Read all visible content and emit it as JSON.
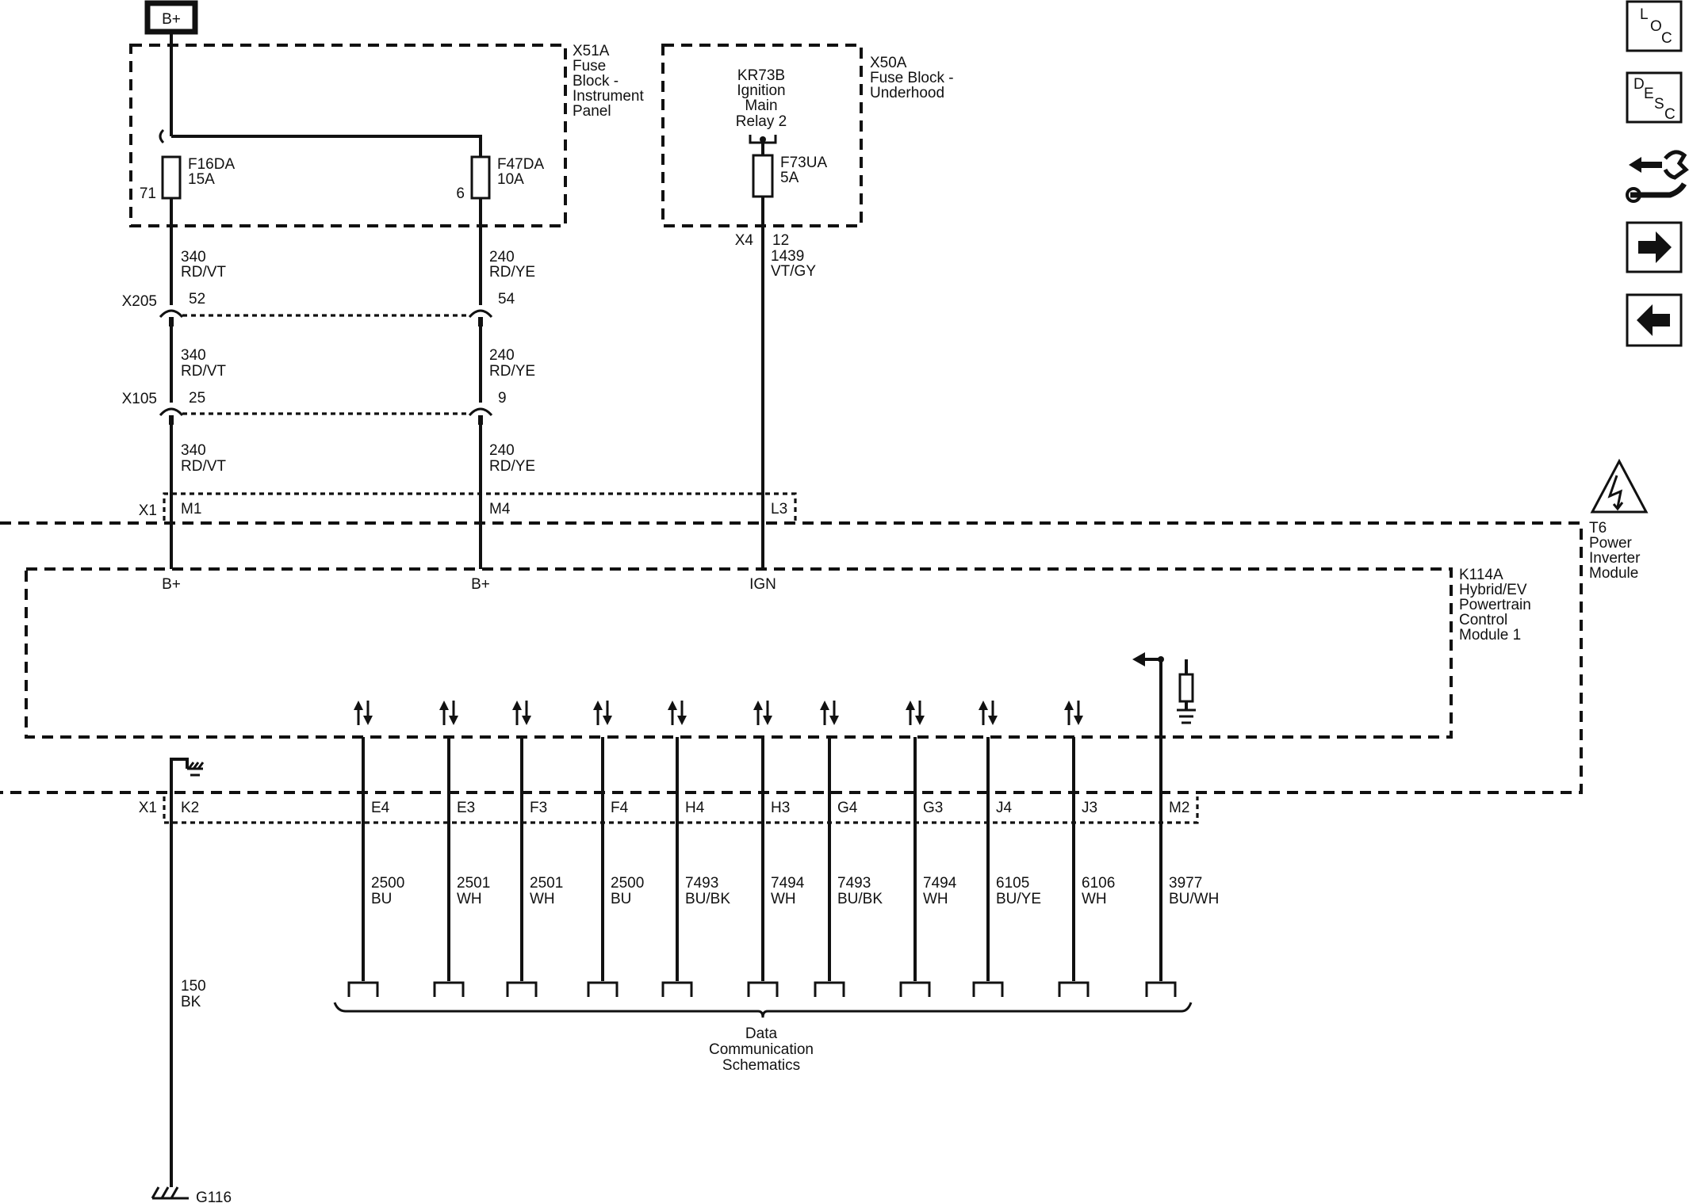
{
  "power_source": {
    "label": "B+"
  },
  "fuse_blocks": {
    "instrument_panel": {
      "lines": [
        "X51A",
        "Fuse",
        "Block -",
        "Instrument",
        "Panel"
      ]
    },
    "underhood": {
      "lines": [
        "X50A",
        "Fuse Block -",
        "Underhood"
      ]
    }
  },
  "relay": {
    "lines": [
      "KR73B",
      "Ignition",
      "Main",
      "Relay 2"
    ]
  },
  "fuses": [
    {
      "name": "F16DA",
      "rating": "15A",
      "pin": "71"
    },
    {
      "name": "F47DA",
      "rating": "10A",
      "pin": "6"
    },
    {
      "name": "F73UA",
      "rating": "5A"
    }
  ],
  "wires": {
    "left_a": {
      "circuit": "340",
      "color": "RD/VT"
    },
    "left_b": {
      "circuit": "340",
      "color": "RD/VT"
    },
    "left_c": {
      "circuit": "340",
      "color": "RD/VT"
    },
    "mid_a": {
      "circuit": "240",
      "color": "RD/YE"
    },
    "mid_b": {
      "circuit": "240",
      "color": "RD/YE"
    },
    "mid_c": {
      "circuit": "240",
      "color": "RD/YE"
    },
    "ign": {
      "connector": "X4",
      "pin": "12",
      "circuit": "1439",
      "color": "VT/GY"
    },
    "ground": {
      "circuit": "150",
      "color": "BK"
    }
  },
  "inline_connectors": {
    "x205": {
      "name": "X205",
      "pin_left": "52",
      "pin_right": "54"
    },
    "x105": {
      "name": "X105",
      "pin_left": "25",
      "pin_right": "9"
    }
  },
  "top_connector": {
    "name": "X1",
    "pins": [
      "M1",
      "M4",
      "L3"
    ]
  },
  "module_inputs": [
    "B+",
    "B+",
    "IGN"
  ],
  "power_inverter": {
    "lines": [
      "T6",
      "Power",
      "Inverter",
      "Module"
    ]
  },
  "control_module": {
    "lines": [
      "K114A",
      "Hybrid/EV",
      "Powertrain",
      "Control",
      "Module 1"
    ]
  },
  "bottom_connector": {
    "name": "X1",
    "ground_pin": "K2",
    "pins": [
      {
        "pin": "E4",
        "circuit": "2500",
        "color": "BU"
      },
      {
        "pin": "E3",
        "circuit": "2501",
        "color": "WH"
      },
      {
        "pin": "F3",
        "circuit": "2501",
        "color": "WH"
      },
      {
        "pin": "F4",
        "circuit": "2500",
        "color": "BU"
      },
      {
        "pin": "H4",
        "circuit": "7493",
        "color": "BU/BK"
      },
      {
        "pin": "H3",
        "circuit": "7494",
        "color": "WH"
      },
      {
        "pin": "G4",
        "circuit": "7493",
        "color": "BU/BK"
      },
      {
        "pin": "G3",
        "circuit": "7494",
        "color": "WH"
      },
      {
        "pin": "J4",
        "circuit": "6105",
        "color": "BU/YE"
      },
      {
        "pin": "J3",
        "circuit": "6106",
        "color": "WH"
      },
      {
        "pin": "M2",
        "circuit": "3977",
        "color": "BU/WH"
      }
    ]
  },
  "data_comm": {
    "lines": [
      "Data",
      "Communication",
      "Schematics"
    ]
  },
  "ground": {
    "name": "G116"
  },
  "nav": {
    "loc": [
      "L",
      "O",
      "C"
    ],
    "desc": [
      "D",
      "E",
      "S",
      "C"
    ],
    "icons": [
      "connector-tools-icon",
      "arrow-right-icon",
      "arrow-left-icon"
    ]
  }
}
